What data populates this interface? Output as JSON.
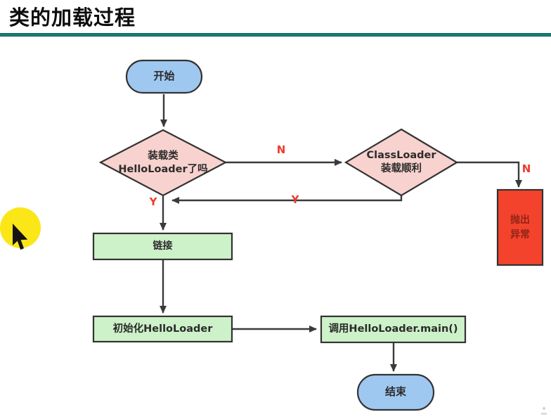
{
  "title": "类的加载过程",
  "nodes": {
    "start": "开始",
    "check_loaded": "装载类\nHelloLoader了吗",
    "classloader_ok": "ClassLoader\n装载顺利",
    "throw_exception": "抛出\n异常",
    "link": "链接",
    "init": "初始化HelloLoader",
    "invoke_main": "调用HelloLoader.main()",
    "end": "结束"
  },
  "edge_labels": {
    "no_to_classloader": "N",
    "no_to_exception": "N",
    "yes_left_branch": "Y",
    "yes_from_classloader": "Y"
  },
  "colors": {
    "terminal_blue": "#9fc8f0",
    "decision_pink": "#f8d2ce",
    "process_green": "#cdf2c9",
    "exception_red": "#f4432c",
    "exception_text": "#8f2517",
    "edge_label_red": "#ee3a2c",
    "accent_teal": "#187d77",
    "spotlight_yellow": "#fbe718",
    "line_dark": "#3a3a3a"
  }
}
